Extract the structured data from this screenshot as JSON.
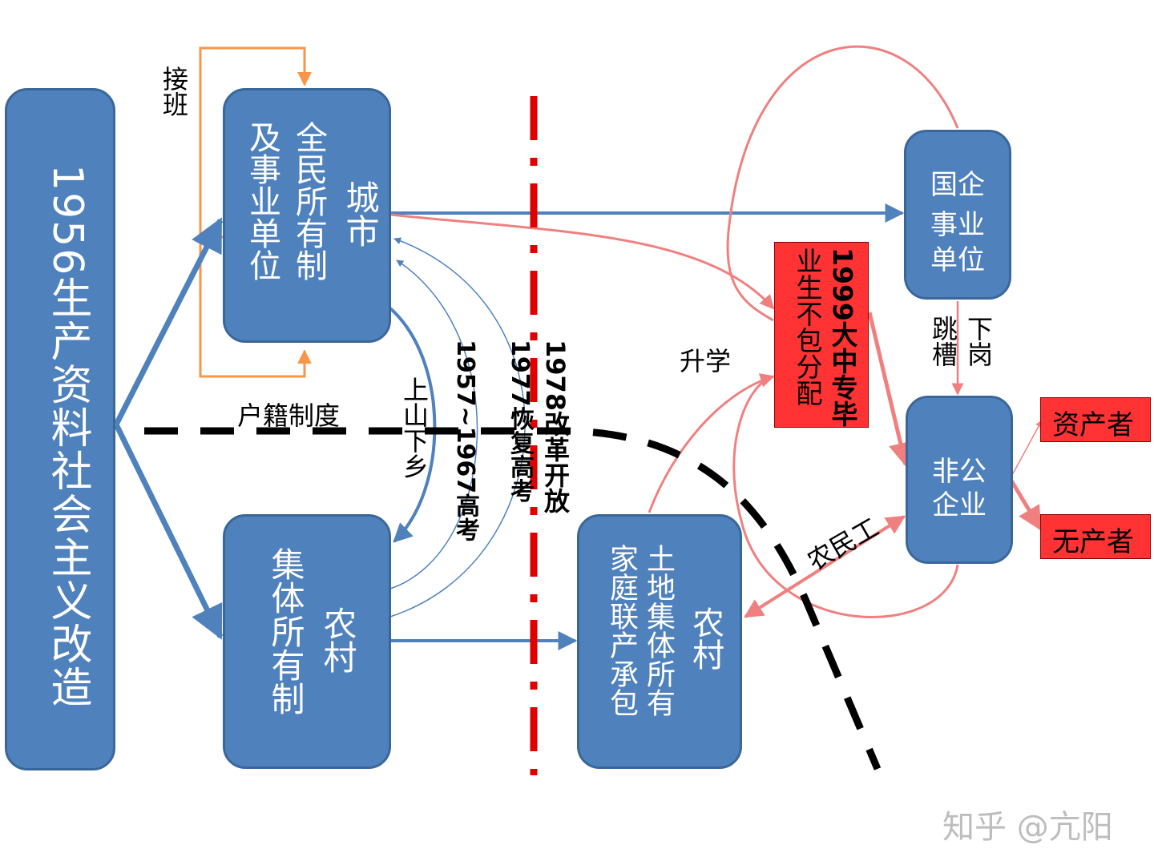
{
  "colors": {
    "box_fill": "#4f81bd",
    "box_border": "#3a679a",
    "arrow_blue": "#4f81bd",
    "arrow_pink": "#f08080",
    "arrow_orange": "#f79646",
    "reform_line": "#e00000",
    "boundary_line": "#000000",
    "red_box": "#ff3333"
  },
  "boxes": {
    "transformation": "1956生产资料社会主义改造",
    "city_title": "城市",
    "city_body_col1": "全民所有制",
    "city_body_col2": "及事业单位",
    "rural_title": "农村",
    "rural_body": "集体所有制",
    "new_rural_title": "农村",
    "new_rural_col1": "土地集体所有",
    "new_rural_col2": "家庭联产承包",
    "soe_col1": "国企",
    "soe_col2": "事业",
    "soe_col3": "单位",
    "private_col1": "非公",
    "private_col2": "企业",
    "grad_col1": "1999大中专毕",
    "grad_col2": "业生不包分配",
    "capitalist": "资产者",
    "proletarian": "无产者"
  },
  "labels": {
    "succession": "接班",
    "hukou": "户籍制度",
    "down_to_countryside": "上山下乡",
    "gaokao_1957": "1957~1967高考",
    "gaokao_1977": "1977恢复高考",
    "reform_1978": "1978改革开放",
    "further_study": "升学",
    "job_hop": "跳槽",
    "layoff": "下岗",
    "migrant_worker": "农民工"
  },
  "watermark": "知乎 @亢阳"
}
